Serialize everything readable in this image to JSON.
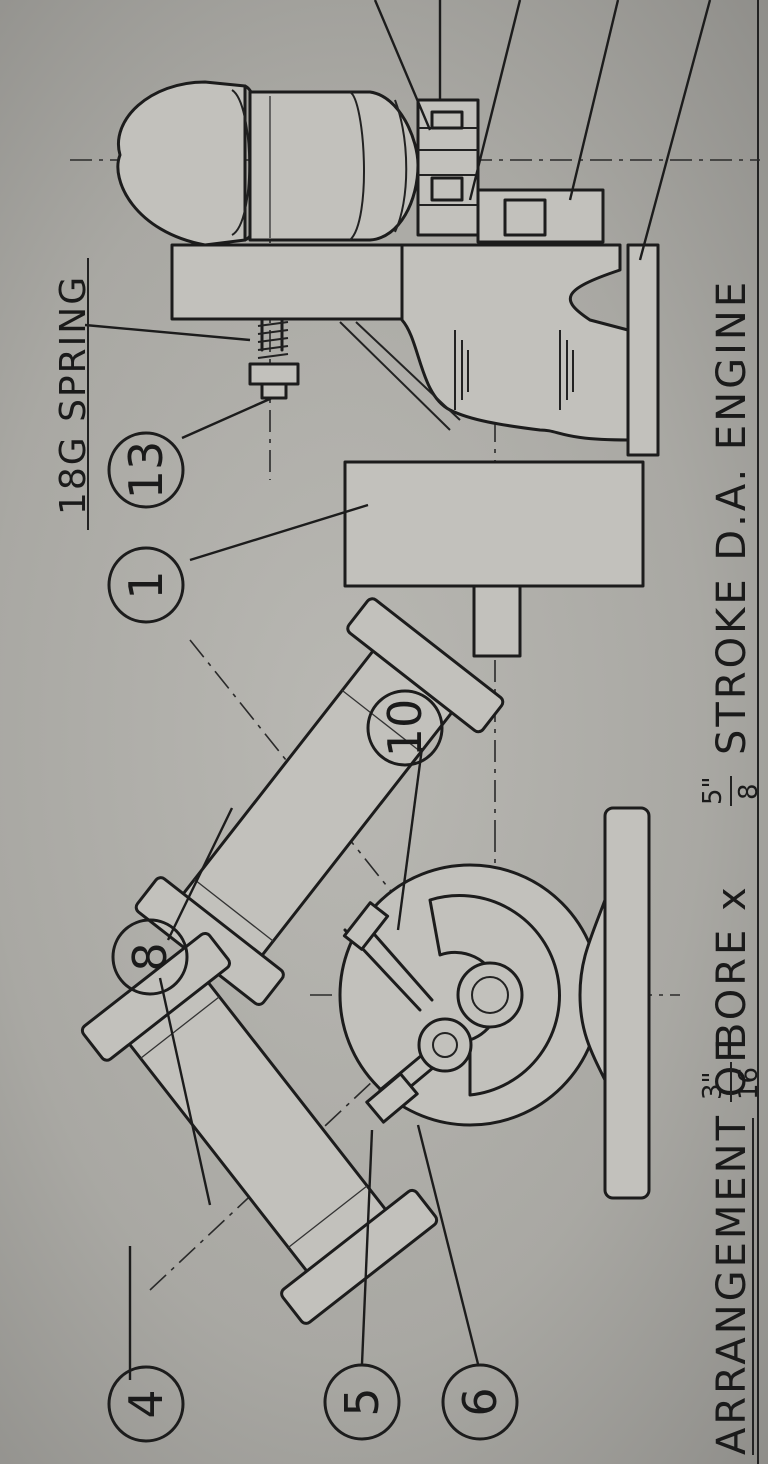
{
  "title": {
    "part1": "ARRANGEMENT OF",
    "bore_num": "3\"",
    "bore_den": "16",
    "part2": "BORE x",
    "stroke_num": "5\"",
    "stroke_den": "8",
    "part3": "STROKE D.A. ENGINE"
  },
  "spring_note": "18G SPRING",
  "part_labels": {
    "p1": "1",
    "p13": "13",
    "p10": "10",
    "p8": "8",
    "p4": "4",
    "p5": "5",
    "p6": "6"
  }
}
